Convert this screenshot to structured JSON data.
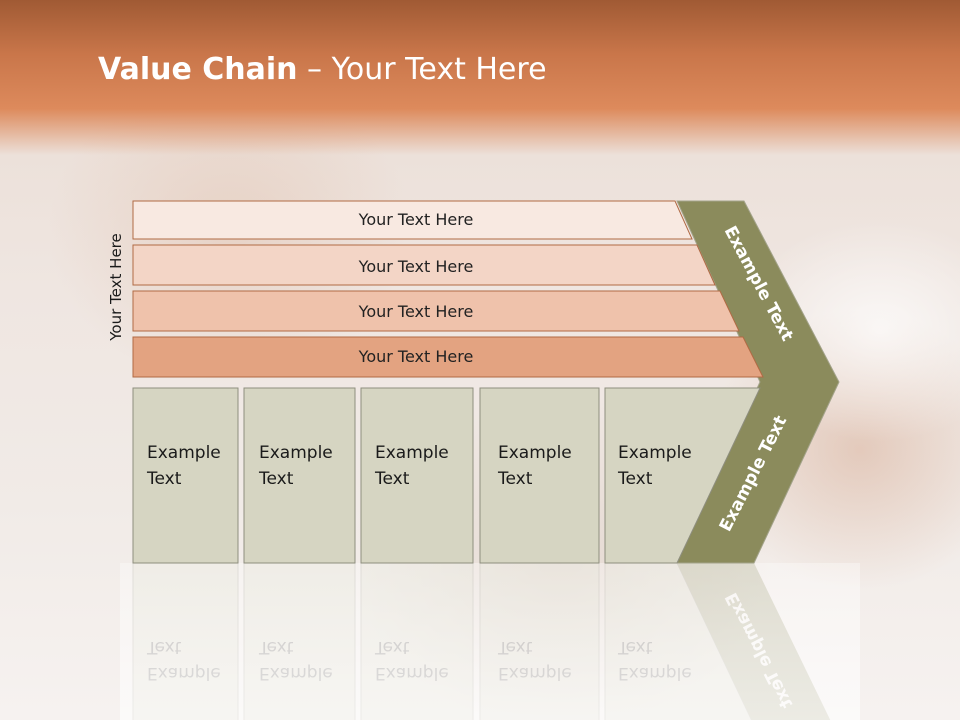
{
  "slide": {
    "title_bold": "Value Chain",
    "title_rest": " – Your Text Here",
    "side_label": "Your Text Here"
  },
  "bars": [
    {
      "label": "Your Text Here",
      "color": "#f8e9e1"
    },
    {
      "label": "Your Text Here",
      "color": "#f3d5c6"
    },
    {
      "label": "Your Text Here",
      "color": "#efc2ab"
    },
    {
      "label": "Your Text Here",
      "color": "#e3a381"
    }
  ],
  "boxes": [
    {
      "line1": "Example",
      "line2": "Text"
    },
    {
      "line1": "Example",
      "line2": "Text"
    },
    {
      "line1": "Example",
      "line2": "Text"
    },
    {
      "line1": "Example",
      "line2": "Text"
    },
    {
      "line1": "Example",
      "line2": "Text"
    }
  ],
  "chevron": {
    "top_label": "Example Text",
    "bottom_label": "Example Text",
    "color": "#8b8b5c"
  },
  "colors": {
    "box_fill": "#d6d5c2",
    "box_stroke": "#8e8e7e",
    "bar_stroke": "#b06a44"
  }
}
